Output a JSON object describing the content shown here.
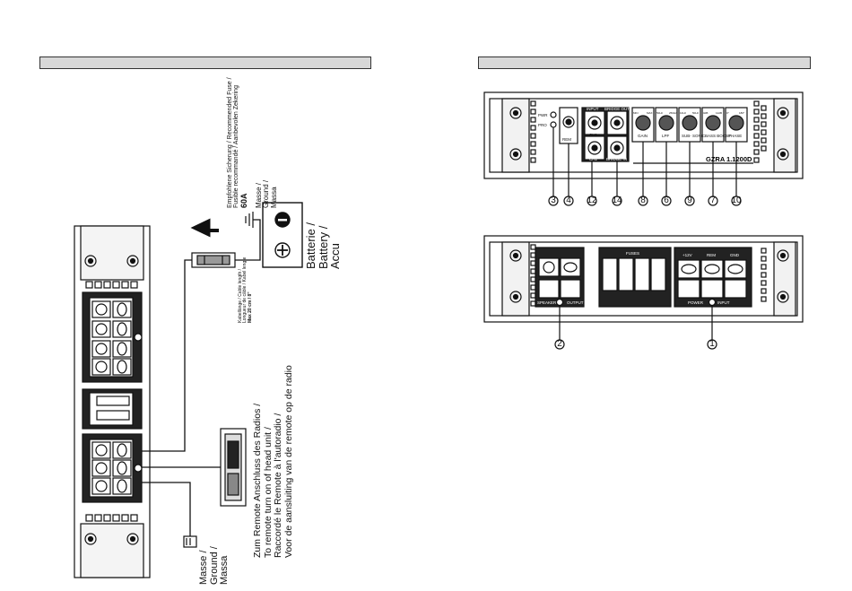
{
  "left_page": {
    "fuse_label_de": "Empfohlene Sicherung / Recommended Fuse /",
    "fuse_label_fr": "Fusible recommandé / Aanbevolen Zekering",
    "fuse_value": "60A",
    "ground_top": [
      "Masse /",
      "Ground /",
      "Massa"
    ],
    "battery": [
      "Batterie /",
      "Battery /",
      "Accu"
    ],
    "battery_minus": "−",
    "battery_plus": "+",
    "cable_note": [
      "Kabellänge / Cable length /",
      "Longueur de câble / Kabel lengte",
      "Max 20 cm / 8\""
    ],
    "remote_text": [
      "Zum Remote Anschluss des Radios /",
      "To remote turn on of head unit /",
      "Raccordé le Remote à l'autoradio /",
      "Voor de aansluiting van de remote op de radio"
    ],
    "ground_bottom": [
      "Masse /",
      "Ground /",
      "Massa"
    ]
  },
  "right_page": {
    "leds": [
      "PWR",
      "PRO"
    ],
    "rem_label": "REM",
    "input_label": "INPUT",
    "ch1_label": "CH1",
    "ch2_label": "CH2",
    "bridge_out": "BRIDGE OUT",
    "bridge_in": "BRIDGE IN",
    "knobs": [
      {
        "label": "GAIN",
        "min": "MIN",
        "max": "MAX"
      },
      {
        "label": "LPF",
        "min": "50Hz",
        "max": "250Hz"
      },
      {
        "label": "SUB-\nSONIC",
        "min": "10Hz",
        "max": "50Hz"
      },
      {
        "label": "BASS\nBOOST",
        "min": "0dB",
        "max": "12dB"
      },
      {
        "label": "PHASE",
        "min": "0°",
        "max": "180°"
      }
    ],
    "model": "GZRA 1.1200D",
    "callouts_top": [
      "3",
      "4",
      "12",
      "14",
      "8",
      "6",
      "9",
      "7",
      "10"
    ],
    "fuses_label": "FUSES",
    "speaker_label": "SPEAKER",
    "output_label": "OUTPUT",
    "power_label": "POWER",
    "power_input_label": "INPUT",
    "power_terms": [
      "+12V",
      "REM",
      "GND"
    ],
    "callouts_bottom": [
      "2",
      "1"
    ]
  }
}
